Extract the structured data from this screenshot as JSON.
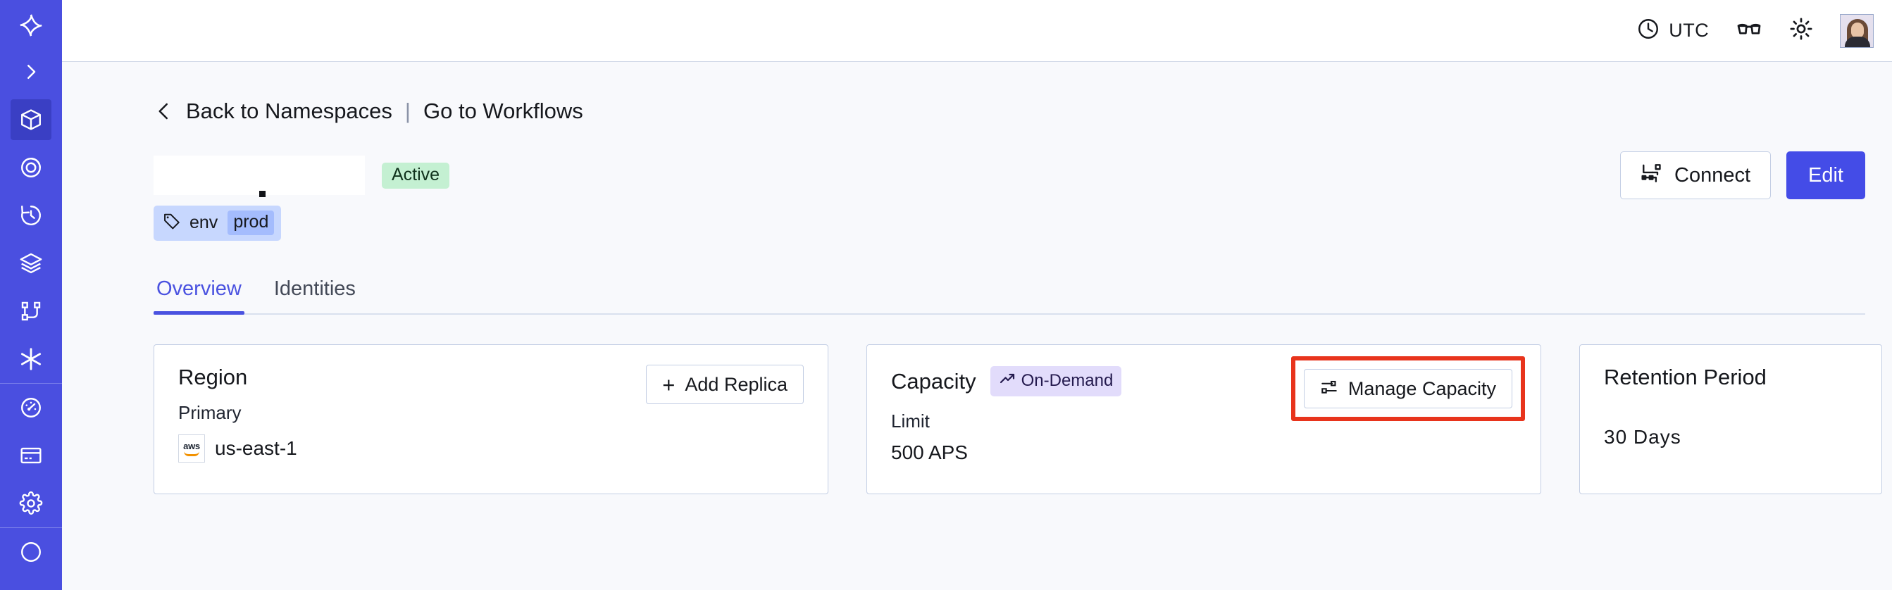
{
  "sidebar": {
    "brand_icon": "temporal-logo-icon",
    "items": [
      {
        "icon": "temporal-logo-icon",
        "name": "brand",
        "active": false
      },
      {
        "icon": "chevron-right-icon",
        "name": "expand-sidebar",
        "active": false
      },
      {
        "icon": "cube-icon",
        "name": "namespaces",
        "active": true
      },
      {
        "icon": "spiral-eye-icon",
        "name": "observability",
        "active": false
      },
      {
        "icon": "clock-arrow-icon",
        "name": "schedules",
        "active": false
      },
      {
        "icon": "layers-icon",
        "name": "batch-operations",
        "active": false
      },
      {
        "icon": "workflow-branch-icon",
        "name": "workflows",
        "active": false
      },
      {
        "icon": "asterisk-icon",
        "name": "nexus",
        "active": false
      },
      {
        "icon": "gauge-icon",
        "name": "usage",
        "active": false
      },
      {
        "icon": "credit-card-icon",
        "name": "billing",
        "active": false
      },
      {
        "icon": "gear-icon",
        "name": "settings",
        "active": false
      }
    ]
  },
  "header": {
    "timezone_icon": "clock-icon",
    "timezone_label": "UTC",
    "reading_mode_icon": "glasses-icon",
    "theme_icon": "sun-icon",
    "avatar_label": "user-avatar"
  },
  "breadcrumb": {
    "back_icon": "chevron-left-icon",
    "back_label": "Back to Namespaces",
    "separator": "|",
    "workflows_label": "Go to Workflows"
  },
  "namespace": {
    "title": "",
    "status_badge": "Active",
    "tag": {
      "icon": "tag-icon",
      "key": "env",
      "value": "prod"
    },
    "actions": {
      "connect_icon": "network-flow-icon",
      "connect_label": "Connect",
      "edit_label": "Edit"
    }
  },
  "tabs": [
    {
      "label": "Overview",
      "active": true
    },
    {
      "label": "Identities",
      "active": false
    }
  ],
  "cards": {
    "region": {
      "title": "Region",
      "action_icon": "plus-icon",
      "action_label": "Add Replica",
      "sub_label": "Primary",
      "provider_icon": "aws-logo-icon",
      "value": "us-east-1"
    },
    "capacity": {
      "title": "Capacity",
      "badge_icon": "trending-up-icon",
      "badge_label": "On-Demand",
      "action_icon": "sliders-icon",
      "action_label": "Manage Capacity",
      "sub_label": "Limit",
      "value": "500 APS",
      "highlighted": true,
      "highlight_color": "#E8341C"
    },
    "retention": {
      "title": "Retention Period",
      "value": "30 Days"
    }
  },
  "colors": {
    "sidebar": "#4A4FE0",
    "sidebar_active": "#3A3FC4",
    "accent": "#444CE7",
    "page_bg": "#F8F9FC",
    "card_border": "#C3CEE4",
    "status_active_bg": "#C4F0D2",
    "tag_bg": "#C7D7FE",
    "tag_value_bg": "#A4BCFD",
    "ondemand_bg": "#E2DCFB",
    "highlight": "#E8341C"
  }
}
